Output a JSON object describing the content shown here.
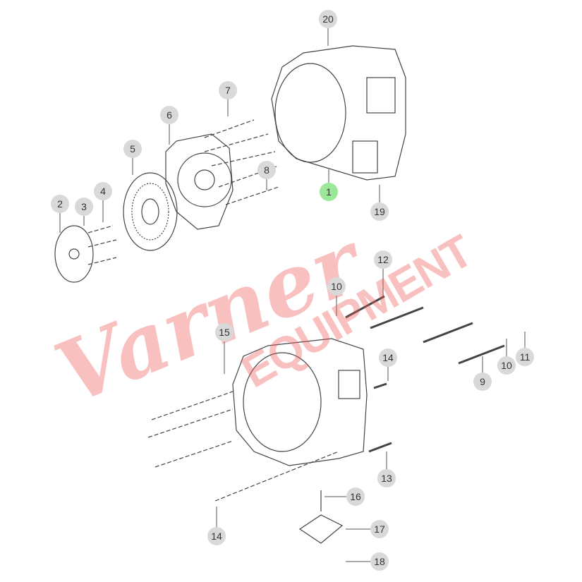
{
  "diagram": {
    "watermark": {
      "script": "Varner",
      "block": "EQUIPMENT"
    },
    "callouts": {
      "c20": "20",
      "c7": "7",
      "c6": "6",
      "c5": "5",
      "c4": "4",
      "c3": "3",
      "c2": "2",
      "c8": "8",
      "c1": "1",
      "c19": "19",
      "c12": "12",
      "c10a": "10",
      "c15": "15",
      "c14a": "14",
      "c11": "11",
      "c10b": "10",
      "c9": "9",
      "c13": "13",
      "c16": "16",
      "c17": "17",
      "c14b": "14",
      "c18": "18"
    },
    "highlight_color": "#9be89b",
    "callout_color": "#d9d9d9"
  }
}
